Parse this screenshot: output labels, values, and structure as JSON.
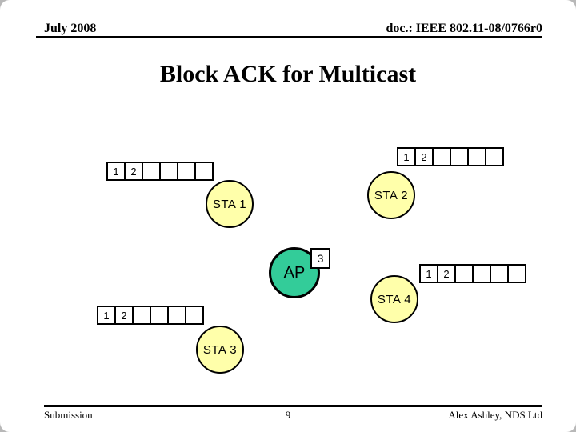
{
  "slide": {
    "header": {
      "date_label": "July 2008",
      "doc_label": "doc.: IEEE 802.11-08/0766r0"
    },
    "title": "Block ACK for Multicast",
    "footer": {
      "submission_label": "Submission",
      "page_number": "9",
      "author_label": "Alex Ashley, NDS Ltd"
    }
  },
  "diagram": {
    "stations": [
      {
        "label": "STA 1"
      },
      {
        "label": "STA 2"
      },
      {
        "label": "STA 3"
      },
      {
        "label": "STA 4"
      }
    ],
    "ap": {
      "label": "AP",
      "badge": "3"
    },
    "bitmaps": [
      {
        "cells": [
          "1",
          "2",
          "",
          "",
          "",
          ""
        ]
      },
      {
        "cells": [
          "1",
          "2",
          "",
          "",
          "",
          ""
        ]
      },
      {
        "cells": [
          "1",
          "2",
          "",
          "",
          "",
          ""
        ]
      },
      {
        "cells": [
          "1",
          "2",
          "",
          "",
          "",
          ""
        ]
      }
    ],
    "colors": {
      "station_fill": "#ffffaa",
      "ap_fill": "#33cc99",
      "border": "#000000",
      "title_color": "#000000"
    }
  }
}
